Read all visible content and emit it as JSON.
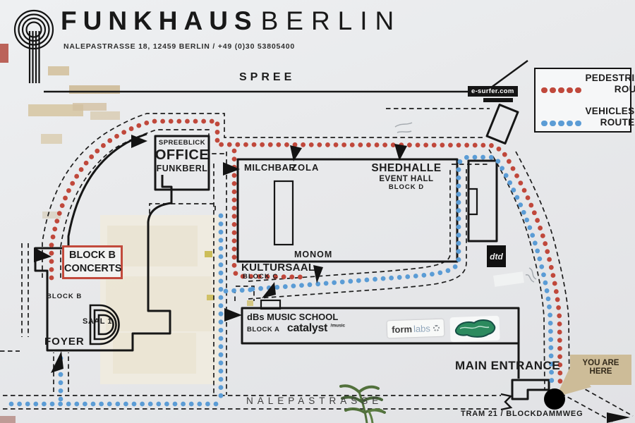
{
  "header": {
    "brand_bold": "FUNKHAUS",
    "brand_light": "BERLIN",
    "address": "NALEPASTRASSE 18, 12459 BERLIN / +49 (0)30 53805400"
  },
  "legend": {
    "pedestrian": {
      "line1": "PEDESTRIAN",
      "line2": "ROUTE",
      "color": "#c0483b"
    },
    "vehicles": {
      "line1": "VEHICLES",
      "line2": "ROUTE",
      "color": "#5b9cd5"
    }
  },
  "labels": {
    "spree": "SPREE",
    "nalepastrasse": "NALEPASTRASSE",
    "tram": "TRAM 21 / BLOCKDAMMWEG",
    "main_entrance": "MAIN ENTRANCE",
    "you_are_here_1": "YOU ARE",
    "you_are_here_2": "HERE",
    "office_1": "SPREEBLICK",
    "office_2": "OFFICE",
    "office_3": "FUNKBERL",
    "milchbar": "MILCHBAR",
    "zola": "ZOLA",
    "shedhalle_1": "SHEDHALLE",
    "shedhalle_2": "EVENT HALL",
    "shedhalle_3": "BLOCK D",
    "monom": "MONOM",
    "kultursaal_1": "KULTURSAAL",
    "kultursaal_2": "BLOCK C",
    "blockb_box_1": "BLOCK B",
    "blockb_box_2": "CONCERTS",
    "blockb_small": "BLOCK B",
    "saal": "SAAL 1",
    "foyer": "FOYER",
    "dbs_1": "dBs MUSIC SCHOOL",
    "dbs_2": "BLOCK A",
    "dbs_brand": "catalyst",
    "dbs_brand_sup": "/music",
    "esurfer": "e-surfer.com",
    "dtd": "dtd",
    "formlabs_bold": "form",
    "formlabs_light": "labs"
  },
  "colors": {
    "pedestrian_route": "#c0483b",
    "vehicles_route": "#5b9cd5",
    "concerts_box_border": "#c24a3c",
    "you_are_here_tan": "#cdbc98",
    "sign_background": "#e8e9eb"
  }
}
